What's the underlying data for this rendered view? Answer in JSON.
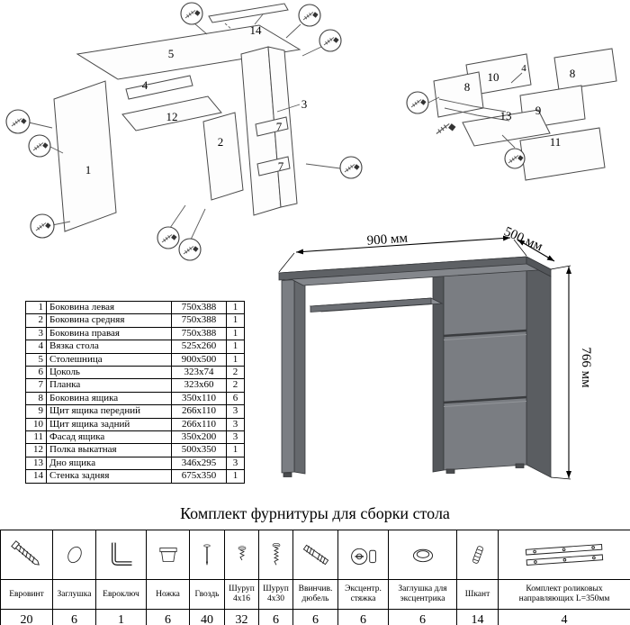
{
  "title": {
    "hardware_section": "Комплект фурнитуры для сборки стола"
  },
  "desk_render": {
    "width_label": "900 мм",
    "depth_label": "500 мм",
    "height_label": "766 мм"
  },
  "desk_diagram": {
    "labels": {
      "p14": "14",
      "p5": "5",
      "p4": "4",
      "p12": "12",
      "p2": "2",
      "p3": "3",
      "p1": "1",
      "p7a": "7",
      "p7b": "7"
    }
  },
  "drawer_diagram": {
    "labels": {
      "p10": "10",
      "p4": "4",
      "p8a": "8",
      "p8b": "8",
      "p9": "9",
      "p13": "13",
      "p11": "11"
    }
  },
  "parts_table": {
    "rows": [
      {
        "num": "1",
        "name": "Боковина левая",
        "size": "750x388",
        "qty": "1"
      },
      {
        "num": "2",
        "name": "Боковина средняя",
        "size": "750x388",
        "qty": "1"
      },
      {
        "num": "3",
        "name": "Боковина правая",
        "size": "750x388",
        "qty": "1"
      },
      {
        "num": "4",
        "name": "Вязка стола",
        "size": "525x260",
        "qty": "1"
      },
      {
        "num": "5",
        "name": "Столешница",
        "size": "900x500",
        "qty": "1"
      },
      {
        "num": "6",
        "name": "Цоколь",
        "size": "323x74",
        "qty": "2"
      },
      {
        "num": "7",
        "name": "Планка",
        "size": "323x60",
        "qty": "2"
      },
      {
        "num": "8",
        "name": "Боковина ящика",
        "size": "350x110",
        "qty": "6"
      },
      {
        "num": "9",
        "name": "Щит ящика передний",
        "size": "266x110",
        "qty": "3"
      },
      {
        "num": "10",
        "name": "Щит ящика задний",
        "size": "266x110",
        "qty": "3"
      },
      {
        "num": "11",
        "name": "Фасад ящика",
        "size": "350x200",
        "qty": "3"
      },
      {
        "num": "12",
        "name": "Полка выкатная",
        "size": "500x350",
        "qty": "1"
      },
      {
        "num": "13",
        "name": "Дно ящика",
        "size": "346x295",
        "qty": "3"
      },
      {
        "num": "14",
        "name": "Стенка задняя",
        "size": "675x350",
        "qty": "1"
      }
    ]
  },
  "hardware_table": {
    "items": [
      {
        "name": "Евровинт",
        "qty": "20"
      },
      {
        "name": "Заглушка",
        "qty": "6"
      },
      {
        "name": "Евроключ",
        "qty": "1"
      },
      {
        "name": "Ножка",
        "qty": "6"
      },
      {
        "name": "Гвоздь",
        "qty": "40"
      },
      {
        "name": "Шуруп 4х16",
        "qty": "32"
      },
      {
        "name": "Шуруп 4х30",
        "qty": "6"
      },
      {
        "name": "Ввинчив. дюбель",
        "qty": "6"
      },
      {
        "name": "Эксцентр. стяжка",
        "qty": "6"
      },
      {
        "name": "Заглушка для эксцентрика",
        "qty": "6"
      },
      {
        "name": "Шкант",
        "qty": "14"
      },
      {
        "name": "Комплект роликовых направляющих L=350мм",
        "qty": "4"
      }
    ]
  },
  "colors": {
    "desk_gray": "#7a7d82",
    "desk_side": "#5a5d61",
    "guide_blue": "#2323e0"
  }
}
